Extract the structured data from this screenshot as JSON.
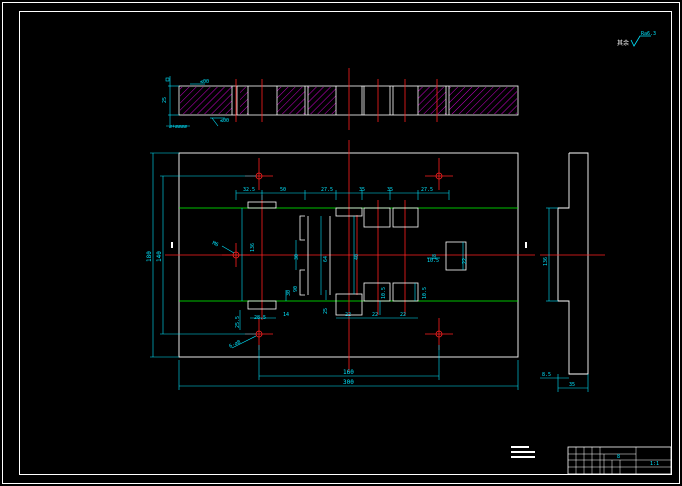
{
  "drawing": {
    "roughness_note": "其余",
    "roughness_value": "Ra6.3",
    "top_view": {
      "dims": {
        "h1": "≤00",
        "h2": "≤00",
        "thickness": "25",
        "callout": "∅+∅∅∅∅"
      }
    },
    "main_view": {
      "overall_width": "300",
      "overall_height": "180",
      "inner_height": "140",
      "hole_span": "160",
      "chain": [
        "32.5",
        "50",
        "27.5",
        "35",
        "35",
        "27.5"
      ],
      "left_small": "30",
      "right_small": "18",
      "vert_a": "136",
      "vert_b": "64",
      "vert_c": "40",
      "vert_d": "30",
      "vert_e": "90",
      "vert_f": "25",
      "vert_g": "22",
      "bottom_a": "22",
      "bottom_b": "22",
      "bottom_c": "22",
      "small_a": "10.5",
      "small_b": "10.5",
      "small_c": "10.5",
      "small_d": "28.5",
      "small_e": "25.5",
      "small_f": "14",
      "diag_a": "M6",
      "diag_b": "6-∅8"
    },
    "side_view": {
      "height": "136",
      "bottom": "8.5",
      "width": "35"
    },
    "title_block": {
      "scale": "8",
      "sheet": "1:1"
    }
  }
}
